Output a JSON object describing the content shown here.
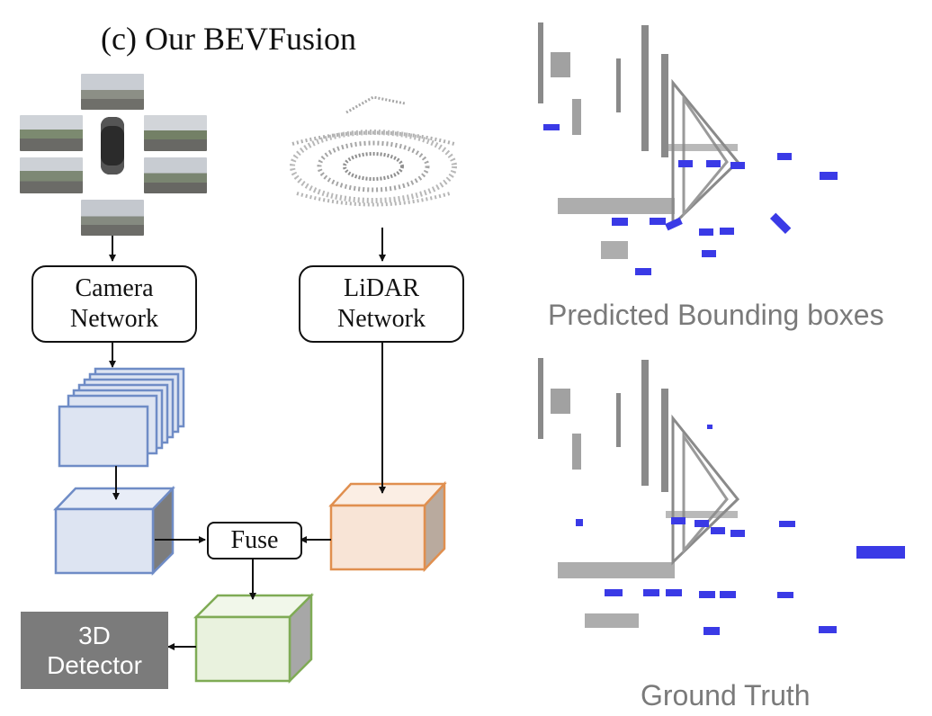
{
  "title": "(c) Our BEVFusion",
  "camera_network": {
    "line1": "Camera",
    "line2": "Network"
  },
  "lidar_network": {
    "line1": "LiDAR",
    "line2": "Network"
  },
  "fuse_label": "Fuse",
  "detector": {
    "line1": "3D",
    "line2": "Detector"
  },
  "captions": {
    "predicted": "Predicted Bounding boxes",
    "ground_truth": "Ground Truth"
  },
  "colors": {
    "camera_feature": "#6f8cc6",
    "camera_fill": "#dde4f2",
    "lidar_feature": "#e08f4f",
    "lidar_fill": "#f8e4d6",
    "fused_feature": "#7fab55",
    "fused_fill": "#e9f2de",
    "detector_fill": "#7b7b7b",
    "bbox_blue": "#3a3ae6",
    "point_gray": "#8a8a8a"
  }
}
